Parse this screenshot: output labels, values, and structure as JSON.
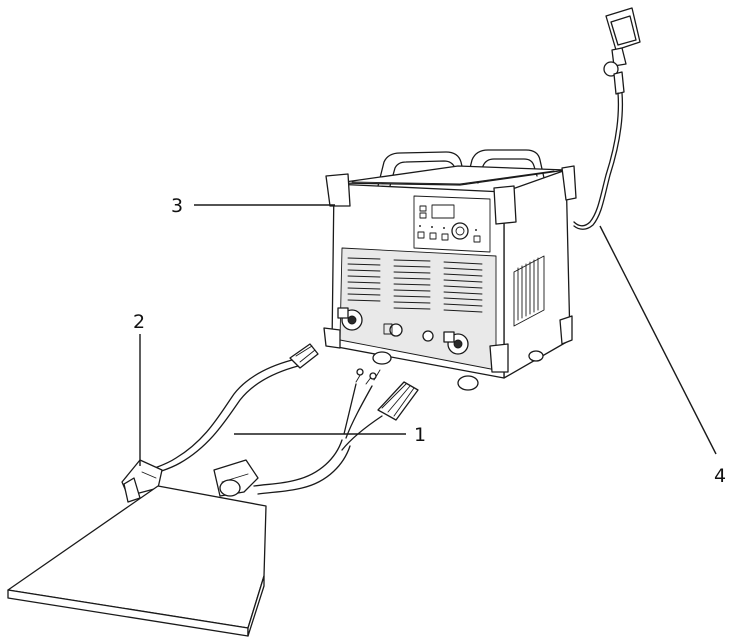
{
  "callouts": [
    {
      "id": "torch",
      "label": "1"
    },
    {
      "id": "ground-clamp",
      "label": "2"
    },
    {
      "id": "machine",
      "label": "3"
    },
    {
      "id": "power-cable",
      "label": "4"
    }
  ],
  "colors": {
    "line": "#1a1a1a",
    "background": "#ffffff",
    "panel-shade": "#e9e9e9"
  }
}
